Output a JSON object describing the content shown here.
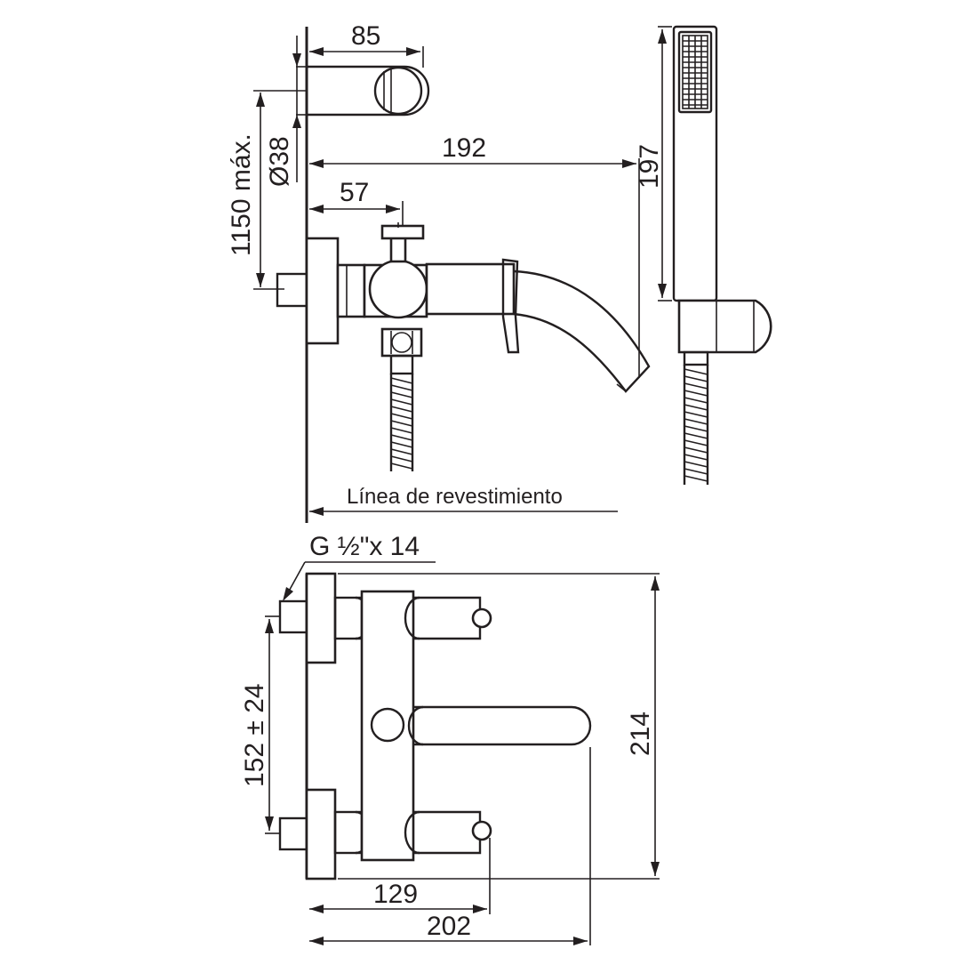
{
  "dimensions": {
    "wall_bracket_width": "85",
    "shower_holder_diameter": "Ø38",
    "max_height": "1150 máx.",
    "spout_reach": "192",
    "hand_shower_length": "197",
    "handle_offset": "57",
    "connection_thread": "G ½\"x 14",
    "center_distance": "152 ± 24",
    "total_height": "214",
    "depth_to_outlets": "129",
    "total_depth": "202"
  },
  "labels": {
    "wall_line": "Línea de revestimiento"
  },
  "colors": {
    "line": "#231f20",
    "background": "#ffffff"
  }
}
